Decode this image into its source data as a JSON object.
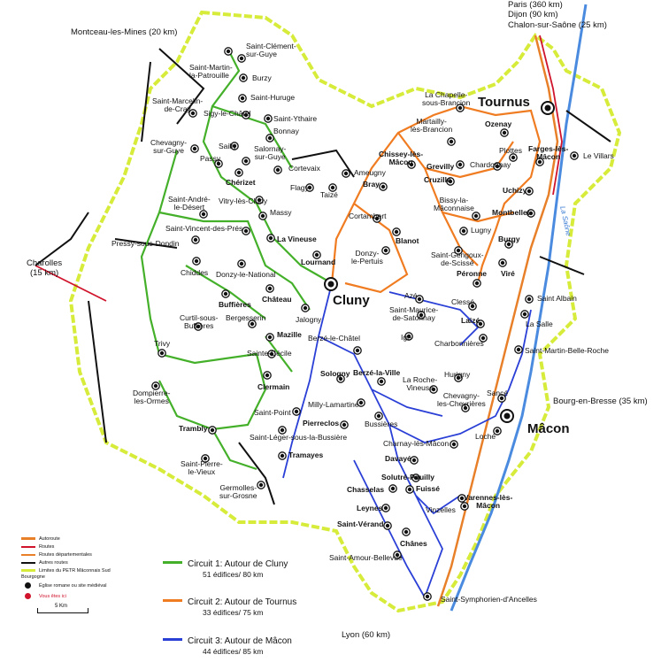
{
  "external_destinations": {
    "north": "Paris (360 km)\nDijon (90 km)\nChalon-sur-Saône (25 km)",
    "montceau": "Montceau-les-Mines (20 km)",
    "charolles": "Charolles\n(15 km)",
    "bourg": "Bourg-en-Bresse (35 km)",
    "lyon": "Lyon (60 km)"
  },
  "cities": {
    "cluny": "Cluny",
    "tournus": "Tournus",
    "macon": "Mâcon"
  },
  "river": "La Saône",
  "places": [
    {
      "id": "saint-clement",
      "label": "Saint-Clément-\nsur-Guye"
    },
    {
      "id": "saint-martin",
      "label": "Saint-Martin-\nla-Patrouille"
    },
    {
      "id": "burzy",
      "label": "Burzy"
    },
    {
      "id": "saint-huruge",
      "label": "Saint-Huruge"
    },
    {
      "id": "saint-marcelin",
      "label": "Saint-Marcelin-\nde-Cray"
    },
    {
      "id": "sigy",
      "label": "Sigy-le-Châtel"
    },
    {
      "id": "saint-ythaire",
      "label": "Saint-Ythaire"
    },
    {
      "id": "bonnay",
      "label": "Bonnay"
    },
    {
      "id": "chevagny-guye",
      "label": "Chevagny-\nsur-Guye"
    },
    {
      "id": "sailly",
      "label": "Sailly"
    },
    {
      "id": "salornay",
      "label": "Salornay-\nsur-Guye"
    },
    {
      "id": "passy",
      "label": "Passy"
    },
    {
      "id": "cherizet",
      "label": "Chérizet"
    },
    {
      "id": "cortevaix",
      "label": "Cortevaix"
    },
    {
      "id": "flagy",
      "label": "Flagy"
    },
    {
      "id": "taize",
      "label": "Taizé"
    },
    {
      "id": "ameugny",
      "label": "Ameugny"
    },
    {
      "id": "bray",
      "label": "Bray"
    },
    {
      "id": "saint-andre",
      "label": "Saint-André-\nle-Désert"
    },
    {
      "id": "vitry",
      "label": "Vitry-lès-Cluny"
    },
    {
      "id": "massy",
      "label": "Massy"
    },
    {
      "id": "saint-vincent",
      "label": "Saint-Vincent-des-Prés"
    },
    {
      "id": "la-vineuse",
      "label": "La Vineuse"
    },
    {
      "id": "lournand",
      "label": "Lournand"
    },
    {
      "id": "pressy",
      "label": "Pressy-sous-Dondin"
    },
    {
      "id": "chiddes",
      "label": "Chiddes"
    },
    {
      "id": "donzy-national",
      "label": "Donzy-le-National"
    },
    {
      "id": "chateau",
      "label": "Château"
    },
    {
      "id": "buffieres",
      "label": "Buffières"
    },
    {
      "id": "jalogny",
      "label": "Jalogny"
    },
    {
      "id": "bergesserin",
      "label": "Bergesserin"
    },
    {
      "id": "curtil",
      "label": "Curtil-sous-\nBuffières"
    },
    {
      "id": "mazille",
      "label": "Mazille"
    },
    {
      "id": "trivy",
      "label": "Trivy"
    },
    {
      "id": "sainte-cecile",
      "label": "Sainte-Cécile"
    },
    {
      "id": "clermain",
      "label": "Clermain"
    },
    {
      "id": "dompierre",
      "label": "Dompierre-\nles-Ormes"
    },
    {
      "id": "saint-point",
      "label": "Saint-Point"
    },
    {
      "id": "trambly",
      "label": "Trambly"
    },
    {
      "id": "saint-leger",
      "label": "Saint-Léger-sous-la-Bussière"
    },
    {
      "id": "tramayes",
      "label": "Tramayes"
    },
    {
      "id": "saint-pierre",
      "label": "Saint-Pierre-\nle-Vieux"
    },
    {
      "id": "germolles",
      "label": "Germolles-\nsur-Grosne"
    },
    {
      "id": "la-chapelle",
      "label": "La Chapelle-\nsous-Brancion"
    },
    {
      "id": "martailly",
      "label": "Martailly-\nlès-Brancion"
    },
    {
      "id": "ozenay",
      "label": "Ozenay"
    },
    {
      "id": "chissey",
      "label": "Chissey-lès-\nMâcon"
    },
    {
      "id": "plottes",
      "label": "Plottes"
    },
    {
      "id": "farges",
      "label": "Farges-lès-\nMâcon"
    },
    {
      "id": "le-villars",
      "label": "Le Villars"
    },
    {
      "id": "grevilly",
      "label": "Grevilly"
    },
    {
      "id": "chardonnay",
      "label": "Chardonnay"
    },
    {
      "id": "cruzille",
      "label": "Cruzille"
    },
    {
      "id": "uchizy",
      "label": "Uchizy"
    },
    {
      "id": "cortambert",
      "label": "Cortambert"
    },
    {
      "id": "bissy",
      "label": "Bissy-la-\nMâconnaise"
    },
    {
      "id": "montbellet",
      "label": "Montbellet"
    },
    {
      "id": "blanot",
      "label": "Blanot"
    },
    {
      "id": "lugny",
      "label": "Lugny"
    },
    {
      "id": "donzy-pertuis",
      "label": "Donzy-\nle-Pertuis"
    },
    {
      "id": "burgy",
      "label": "Burgy"
    },
    {
      "id": "saint-gengoux",
      "label": "Saint-Gengoux-\nde-Scissé"
    },
    {
      "id": "vire",
      "label": "Viré"
    },
    {
      "id": "peronne",
      "label": "Péronne"
    },
    {
      "id": "aze",
      "label": "Azé"
    },
    {
      "id": "saint-albain",
      "label": "Saint Albain"
    },
    {
      "id": "saint-maurice",
      "label": "Saint-Maurice-\nde-Satonnay"
    },
    {
      "id": "clesse",
      "label": "Clessé"
    },
    {
      "id": "laize",
      "label": "Laizé"
    },
    {
      "id": "la-salle",
      "label": "La Salle"
    },
    {
      "id": "charbonnieres",
      "label": "Charbonnières"
    },
    {
      "id": "saint-martin-belle-roche",
      "label": "Saint-Martin-Belle-Roche"
    },
    {
      "id": "berze-chatel",
      "label": "Berzé-le-Châtel"
    },
    {
      "id": "ige",
      "label": "Igé"
    },
    {
      "id": "sologny",
      "label": "Sologny"
    },
    {
      "id": "berze-ville",
      "label": "Berzé-la-Ville"
    },
    {
      "id": "hurigny",
      "label": "Hurigny"
    },
    {
      "id": "la-roche",
      "label": "La Roche-\nVineuse"
    },
    {
      "id": "milly",
      "label": "Milly-Lamartine"
    },
    {
      "id": "chevagny-chevrieres",
      "label": "Chevagny-\nles-Chevrières"
    },
    {
      "id": "sance",
      "label": "Sancé"
    },
    {
      "id": "bussieres",
      "label": "Bussières"
    },
    {
      "id": "pierreclos",
      "label": "Pierreclos"
    },
    {
      "id": "charnay",
      "label": "Charnay-lès-Mâcon"
    },
    {
      "id": "loche",
      "label": "Loché"
    },
    {
      "id": "davaye",
      "label": "Davayé"
    },
    {
      "id": "solutre",
      "label": "Solutré-Pouilly"
    },
    {
      "id": "chasselas",
      "label": "Chasselas"
    },
    {
      "id": "fuisse",
      "label": "Fuissé"
    },
    {
      "id": "varennes",
      "label": "Varennes-lès-\nMâcon"
    },
    {
      "id": "leynes",
      "label": "Leynes"
    },
    {
      "id": "vinzelles",
      "label": "Vinzelles"
    },
    {
      "id": "saint-verand",
      "label": "Saint-Vérand"
    },
    {
      "id": "chanes",
      "label": "Chânes"
    },
    {
      "id": "saint-amour",
      "label": "Saint-Amour-Bellevue"
    },
    {
      "id": "saint-symphorien",
      "label": "Saint-Symphorien-d'Ancelles"
    }
  ],
  "legend": {
    "items": [
      {
        "label": "Autoroute",
        "color": "#e8802a"
      },
      {
        "label": "Routes",
        "color": "#d0142c"
      },
      {
        "label": "Routes départementales",
        "color": "#e8802a"
      },
      {
        "label": "Autres routes",
        "color": "#111111"
      },
      {
        "label": "Limites du PETR Mâconnais Sud\nBourgogne",
        "color": "#d7ec3a"
      },
      {
        "label": "Église romane ou site médiéval",
        "color": "#111111"
      },
      {
        "label": "Vous êtes ici",
        "color": "#d0142c"
      }
    ],
    "scale": "5 Km"
  },
  "circuits": [
    {
      "title": "Circuit 1: Autour de Cluny",
      "stats": "51 édifices/ 80 km",
      "color": "#44b02a"
    },
    {
      "title": "Circuit 2: Autour de Tournus",
      "stats": "33 édifices/ 75 km",
      "color": "#f07c22"
    },
    {
      "title": "Circuit 3: Autour de Mâcon",
      "stats": "44 édifices/ 85 km",
      "color": "#2a3fd6"
    }
  ],
  "colors": {
    "boundary": "#d7ec3a",
    "green": "#44b02a",
    "orange": "#f07c22",
    "blue": "#2a3fd6",
    "river": "#4a8be0",
    "motorway": "#e8802a",
    "road": "#d0142c"
  }
}
